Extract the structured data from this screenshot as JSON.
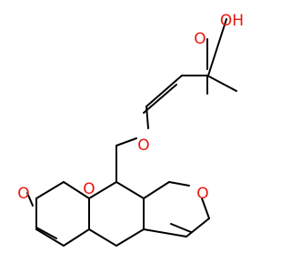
{
  "molecule": {
    "colors": {
      "bond": "#000000",
      "oxygen": "#e8170d"
    },
    "atoms": [
      {
        "name": "carbonyl-oxygen-label",
        "text": "O"
      },
      {
        "name": "pyranone-ring-oxygen-label",
        "text": "O"
      },
      {
        "name": "ether-oxygen-label",
        "text": "O"
      },
      {
        "name": "furan-oxygen-label",
        "text": "O"
      },
      {
        "name": "peroxide-oxygen-label",
        "text": "O"
      },
      {
        "name": "hydroperoxy-oh-label",
        "text": "OH"
      }
    ]
  }
}
